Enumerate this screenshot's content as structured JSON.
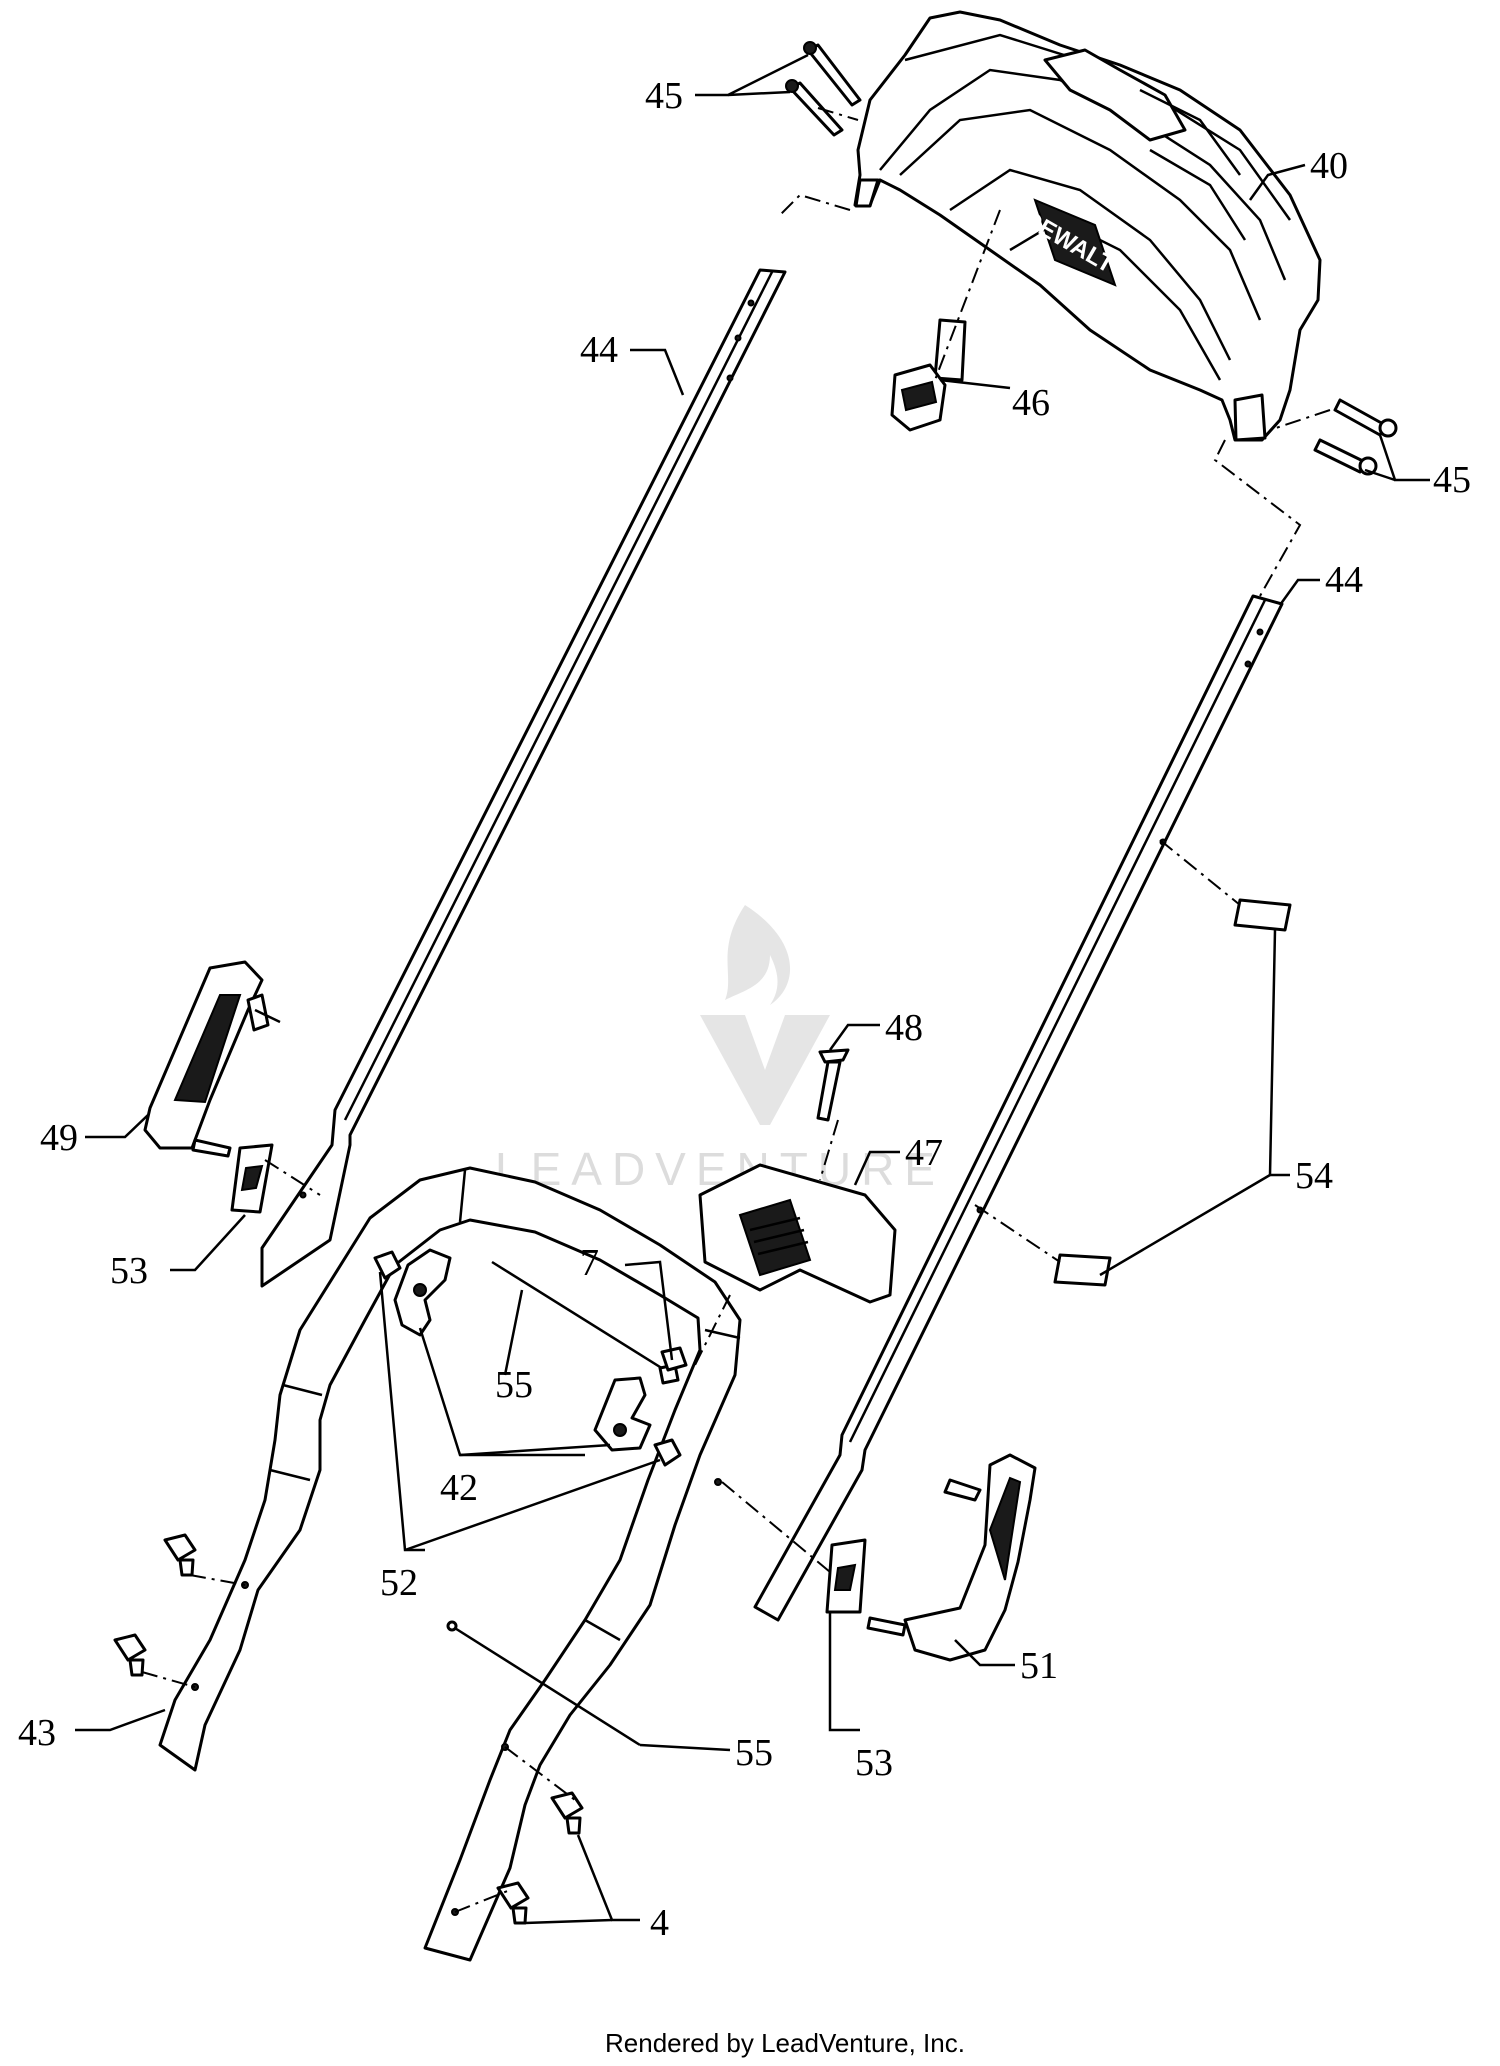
{
  "callouts": {
    "c45a": "45",
    "c40": "40",
    "c44a": "44",
    "c46": "46",
    "c45b": "45",
    "c44b": "44",
    "c49": "49",
    "c48": "48",
    "c47": "47",
    "c54": "54",
    "c53a": "53",
    "c7": "7",
    "c55a": "55",
    "c42": "42",
    "c52": "52",
    "c51": "51",
    "c43": "43",
    "c53b": "53",
    "c55b": "55",
    "c4": "4"
  },
  "watermark": {
    "text": "LEADVENTURE"
  },
  "brand": {
    "text": "DEWALT"
  },
  "footer": {
    "text": "Rendered by LeadVenture, Inc."
  }
}
